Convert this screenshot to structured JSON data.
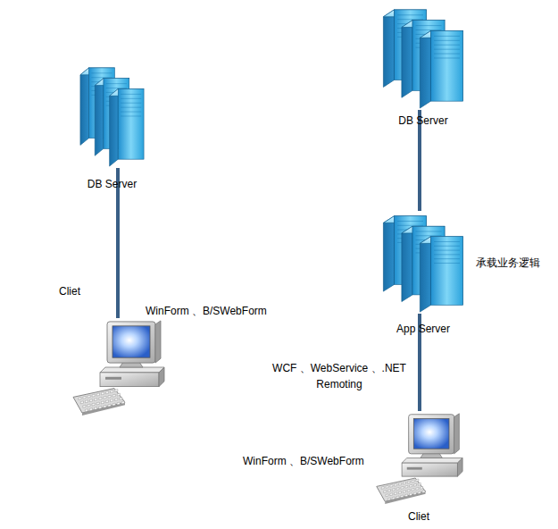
{
  "diagram": {
    "nodes": [
      {
        "text": [
          "DB Server"
        ]
      },
      {
        "text": [
          "Cliet",
          "WinForm 、B/SWebForm"
        ]
      },
      {
        "text": [
          "DB Server"
        ]
      },
      {
        "text": [
          "App Server",
          "承载业务逻辑"
        ]
      },
      {
        "text": [
          "WinForm 、B/SWebForm",
          "Cliet"
        ]
      }
    ],
    "edges": [
      {
        "from": 0,
        "to": 1,
        "arrow": "none"
      },
      {
        "from": 2,
        "to": 3,
        "arrow": "none"
      },
      {
        "from": 3,
        "to": 4,
        "arrow": "none",
        "label": "WCF 、WebService 、.NET Remoting"
      }
    ]
  }
}
